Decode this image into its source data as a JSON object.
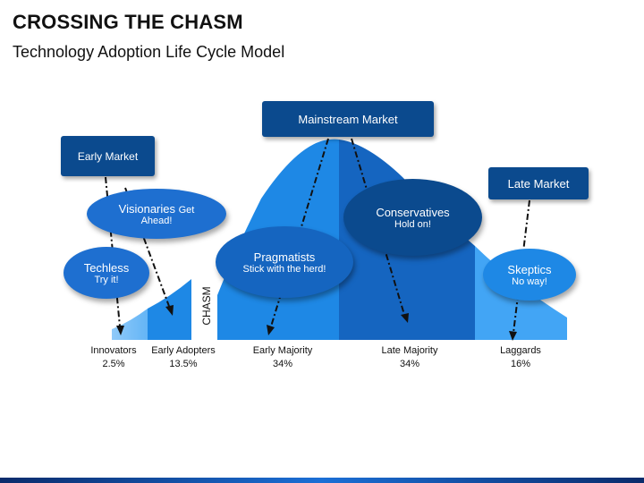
{
  "header": {
    "title": "CROSSING THE CHASM",
    "subtitle": "Technology Adoption Life Cycle Model"
  },
  "markets": {
    "early": "Early Market",
    "mainstream": "Mainstream Market",
    "late": "Late Market"
  },
  "personas": {
    "techless": {
      "title": "Techless",
      "tagline": "Try it!"
    },
    "visionaries": {
      "title": "Visionaries",
      "title_suffix": "Get",
      "tagline": "Ahead!"
    },
    "pragmatists": {
      "title": "Pragmatists",
      "tagline": "Stick with the herd!"
    },
    "conservatives": {
      "title": "Conservatives",
      "tagline": "Hold on!"
    },
    "skeptics": {
      "title": "Skeptics",
      "tagline": "No way!"
    }
  },
  "chasm_label": "CHASM",
  "segments": [
    {
      "name": "Innovators",
      "share": "2.5%"
    },
    {
      "name": "Early Adopters",
      "share": "13.5%"
    },
    {
      "name": "Early Majority",
      "share": "34%"
    },
    {
      "name": "Late Majority",
      "share": "34%"
    },
    {
      "name": "Laggards",
      "share": "16%"
    }
  ],
  "colors": {
    "dark_blue": "#0b4a8e",
    "mid_blue": "#1565c0",
    "bright_blue": "#1e88e5",
    "light_blue": "#42a5f5",
    "pale_blue": "#64b5f6"
  }
}
